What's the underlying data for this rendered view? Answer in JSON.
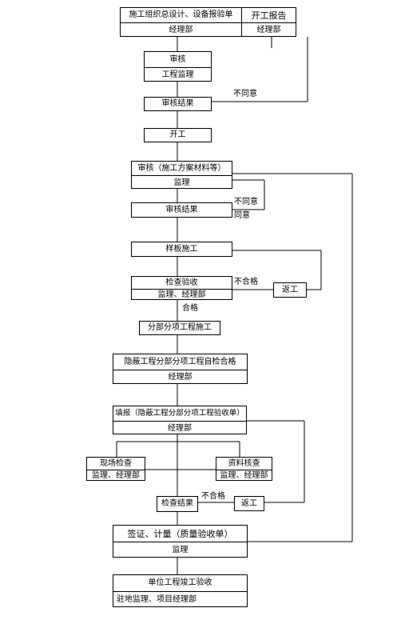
{
  "boxes": {
    "design_plan": {
      "top": "施工组织总设计、设备报验单",
      "bottom": "经理部"
    },
    "start_report": {
      "top": "开工报告",
      "bottom": "经理部"
    },
    "review1": {
      "top": "审核",
      "bottom": "工程监理"
    },
    "review_result1": {
      "text": "审核结果"
    },
    "start_work": {
      "text": "开工"
    },
    "review2": {
      "top": "审核（施工方案材料等）",
      "bottom": "监理"
    },
    "review_result2": {
      "text": "审核结果"
    },
    "sample": {
      "text": "样板施工"
    },
    "inspection": {
      "top": "检查验收",
      "bottom": "监理、经理部"
    },
    "return1": {
      "text": "返工"
    },
    "sub_construction": {
      "text": "分部分项工程施工"
    },
    "hidden_check": {
      "top": "隐蔽工程分部分项工程自检合格",
      "bottom": "经理部"
    },
    "report_form": {
      "top": "填报（隐蔽工程分部分项工程验收单）",
      "bottom": "经理部"
    },
    "site_check": {
      "top": "现场检查",
      "bottom": "监理、经理部"
    },
    "doc_check": {
      "top": "资料核查",
      "bottom": "监理、经理部"
    },
    "check_result": {
      "text": "检查结果"
    },
    "return2": {
      "text": "返工"
    },
    "sign_measure": {
      "top": "签证、计量（质量验收单）",
      "bottom": "监理"
    },
    "acceptance": {
      "top": "单位工程竣工验收",
      "bottom": "驻地监理、项目经理部"
    }
  },
  "labels": {
    "disagree1": "不同意",
    "disagree2": "不同意",
    "agree": "同意",
    "unqualified1": "不合格",
    "qualified": "合格",
    "unqualified2": "不合格"
  }
}
